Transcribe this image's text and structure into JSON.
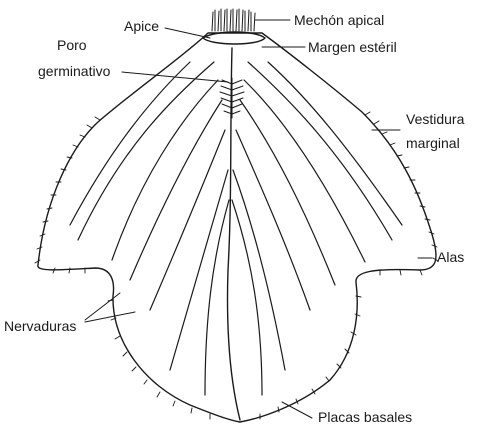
{
  "labels": {
    "mechon_apical": "Mechón apical",
    "apice": "Apice",
    "margen_esteril": "Margen estéril",
    "poro_line1": "Poro",
    "poro_line2": "germinativo",
    "vestidura_line1": "Vestidura",
    "vestidura_line2": "marginal",
    "alas": "Alas",
    "nervaduras": "Nervaduras",
    "placas_basales": "Placas basales"
  },
  "colors": {
    "stroke": "#1a1a1a",
    "background": "#ffffff"
  }
}
